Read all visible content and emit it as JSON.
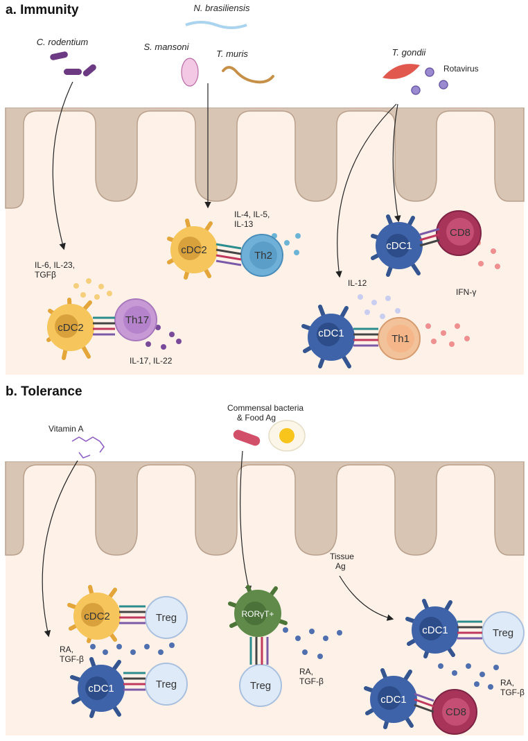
{
  "panels": {
    "a": {
      "heading": "a. Immunity",
      "pathogens": {
        "nbras": "N. brasiliensis",
        "crod": "C. rodentium",
        "smans": "S. mansoni",
        "tmuris": "T. muris",
        "tgondii": "T. gondii",
        "rota": "Rotavirus"
      },
      "cytokines": {
        "il6": "IL-6, IL-23,",
        "tgfb": "TGFβ",
        "il4": "IL-4, IL-5,",
        "il13": "IL-13",
        "il12": "IL-12",
        "ifng": "IFN-γ",
        "il17": "IL-17, IL-22"
      },
      "cells": {
        "cdc2_left": "cDC2",
        "th17": "Th17",
        "cdc2_mid": "cDC2",
        "th2": "Th2",
        "cdc1_top": "cDC1",
        "cd8": "CD8",
        "cdc1_bot": "cDC1",
        "th1": "Th1"
      }
    },
    "b": {
      "heading": "b. Tolerance",
      "inputs": {
        "vita": "Vitamin A",
        "comm1": "Commensal bacteria",
        "comm2": "& Food Ag",
        "tissue1": "Tissue",
        "tissue2": "Ag"
      },
      "cytokines": {
        "ra_left1": "RA,",
        "ra_left2": "TGF-β",
        "ra_mid1": "RA,",
        "ra_mid2": "TGF-β",
        "ra_right1": "RA,",
        "ra_right2": "TGF-β"
      },
      "cells": {
        "cdc2": "cDC2",
        "treg1": "Treg",
        "cdc1_left": "cDC1",
        "treg2": "Treg",
        "rorgt": "RORγT+",
        "treg3": "Treg",
        "cdc1_r1": "cDC1",
        "treg4": "Treg",
        "cdc1_r2": "cDC1",
        "cd8": "CD8"
      }
    }
  },
  "colors": {
    "background": "#fdf1e8",
    "epithelium": "#d8c4b2",
    "cdc2": "#f6c55b",
    "cdc1": "#3f63a8",
    "th17": "#c79ad6",
    "th2": "#6eb0d8",
    "th1": "#f2c29a",
    "cd8": "#a8345a",
    "treg": "#deeaf8",
    "rorgt": "#5f8a4a"
  }
}
